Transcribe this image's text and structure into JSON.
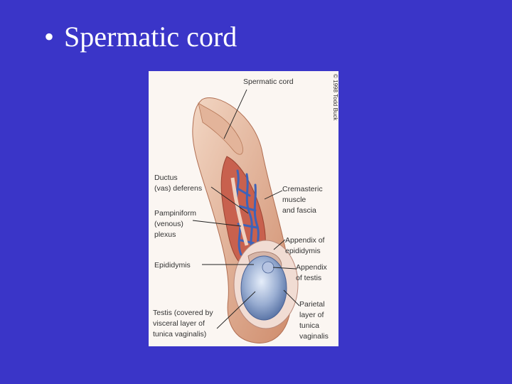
{
  "slide": {
    "bullet": "•",
    "title": "Spermatic cord"
  },
  "figure": {
    "credit": "© 1998 Todd Buck",
    "labels": {
      "spermatic_cord": "Spermatic cord",
      "ductus_1": "Ductus",
      "ductus_2": "(vas) deferens",
      "pampiniform_1": "Pampiniform",
      "pampiniform_2": "(venous)",
      "pampiniform_3": "plexus",
      "epididymis": "Epididymis",
      "testis_1": "Testis (covered by",
      "testis_2": "visceral layer of",
      "testis_3": "tunica vaginalis)",
      "cremasteric_1": "Cremasteric",
      "cremasteric_2": "muscle",
      "cremasteric_3": "and fascia",
      "app_epid_1": "Appendix of",
      "app_epid_2": "epididymis",
      "app_testis_1": "Appendix",
      "app_testis_2": "of testis",
      "parietal_1": "Parietal",
      "parietal_2": "layer of",
      "parietal_3": "tunica",
      "parietal_4": "vaginalis"
    },
    "colors": {
      "background": "#3a35c8",
      "panel": "#fbf6f2",
      "skin": "#d9a07e",
      "muscle": "#c8614e",
      "veins": "#3e63b8",
      "testis": "#9aaed2"
    }
  }
}
